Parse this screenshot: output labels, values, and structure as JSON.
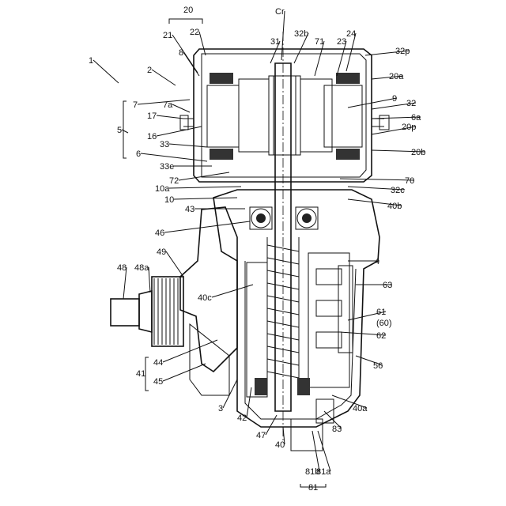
{
  "figure": {
    "labels": [
      "1",
      "2",
      "5",
      "7",
      "7a",
      "17",
      "16",
      "6",
      "33",
      "33e",
      "72",
      "10a",
      "10",
      "43",
      "46",
      "49",
      "48a",
      "48",
      "40c",
      "41",
      "44",
      "45",
      "3",
      "42",
      "47",
      "40",
      "81b",
      "81a",
      "81",
      "83",
      "40a",
      "56",
      "62",
      "61",
      "(60)",
      "63",
      "4",
      "40b",
      "32c",
      "70",
      "20b",
      "20p",
      "6a",
      "9",
      "32",
      "20a",
      "32p",
      "24",
      "23",
      "71",
      "32b",
      "Cr",
      "31",
      "22",
      "21",
      "8",
      "20"
    ]
  }
}
